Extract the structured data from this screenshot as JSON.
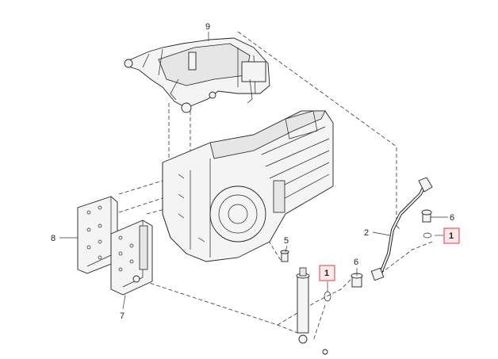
{
  "callouts": {
    "upper_hitch": "9",
    "side_plate_left": "8",
    "side_plate_right": "7",
    "pipe": "2",
    "fitting_upper": "6",
    "fitting_lower": "6",
    "bolt": "5",
    "seal_ring_upper": "1",
    "seal_ring_lower": "1"
  },
  "colors": {
    "highlight_border": "#e05a66",
    "highlight_fill": "#fbe9ea",
    "line": "#222222"
  }
}
